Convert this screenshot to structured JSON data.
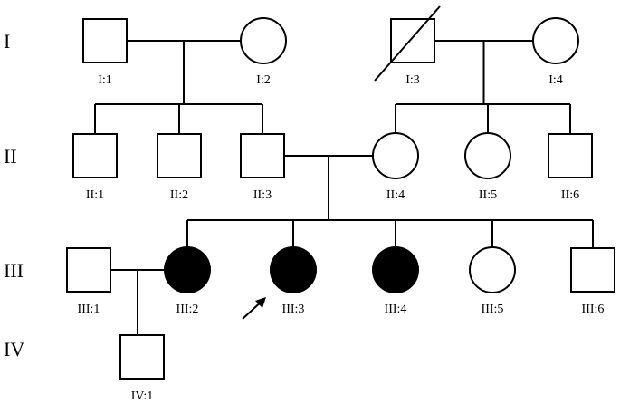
{
  "colors": {
    "stroke": "#000000",
    "affected": "#000000",
    "unaffected": "#ffffff"
  },
  "generations": [
    "I",
    "II",
    "III",
    "IV"
  ],
  "individuals": [
    {
      "id": "I:1",
      "sex": "male",
      "affected": false,
      "deceased": false
    },
    {
      "id": "I:2",
      "sex": "female",
      "affected": false,
      "deceased": false
    },
    {
      "id": "I:3",
      "sex": "male",
      "affected": false,
      "deceased": true
    },
    {
      "id": "I:4",
      "sex": "female",
      "affected": false,
      "deceased": false
    },
    {
      "id": "II:1",
      "sex": "male",
      "affected": false,
      "deceased": false
    },
    {
      "id": "II:2",
      "sex": "male",
      "affected": false,
      "deceased": false
    },
    {
      "id": "II:3",
      "sex": "male",
      "affected": false,
      "deceased": false
    },
    {
      "id": "II:4",
      "sex": "female",
      "affected": false,
      "deceased": false
    },
    {
      "id": "II:5",
      "sex": "female",
      "affected": false,
      "deceased": false
    },
    {
      "id": "II:6",
      "sex": "male",
      "affected": false,
      "deceased": false
    },
    {
      "id": "III:1",
      "sex": "male",
      "affected": false,
      "deceased": false
    },
    {
      "id": "III:2",
      "sex": "female",
      "affected": true,
      "deceased": false
    },
    {
      "id": "III:3",
      "sex": "female",
      "affected": true,
      "deceased": false,
      "proband": true
    },
    {
      "id": "III:4",
      "sex": "female",
      "affected": true,
      "deceased": false
    },
    {
      "id": "III:5",
      "sex": "female",
      "affected": false,
      "deceased": false
    },
    {
      "id": "III:6",
      "sex": "male",
      "affected": false,
      "deceased": false
    },
    {
      "id": "IV:1",
      "sex": "male",
      "affected": false,
      "deceased": false
    }
  ],
  "couples": [
    {
      "a": "I:1",
      "b": "I:2",
      "children": [
        "II:1",
        "II:2",
        "II:3"
      ]
    },
    {
      "a": "I:3",
      "b": "I:4",
      "children": [
        "II:4",
        "II:5",
        "II:6"
      ]
    },
    {
      "a": "II:3",
      "b": "II:4",
      "children": [
        "III:2",
        "III:3",
        "III:4",
        "III:5",
        "III:6"
      ]
    },
    {
      "a": "III:1",
      "b": "III:2",
      "children": [
        "IV:1"
      ]
    }
  ]
}
